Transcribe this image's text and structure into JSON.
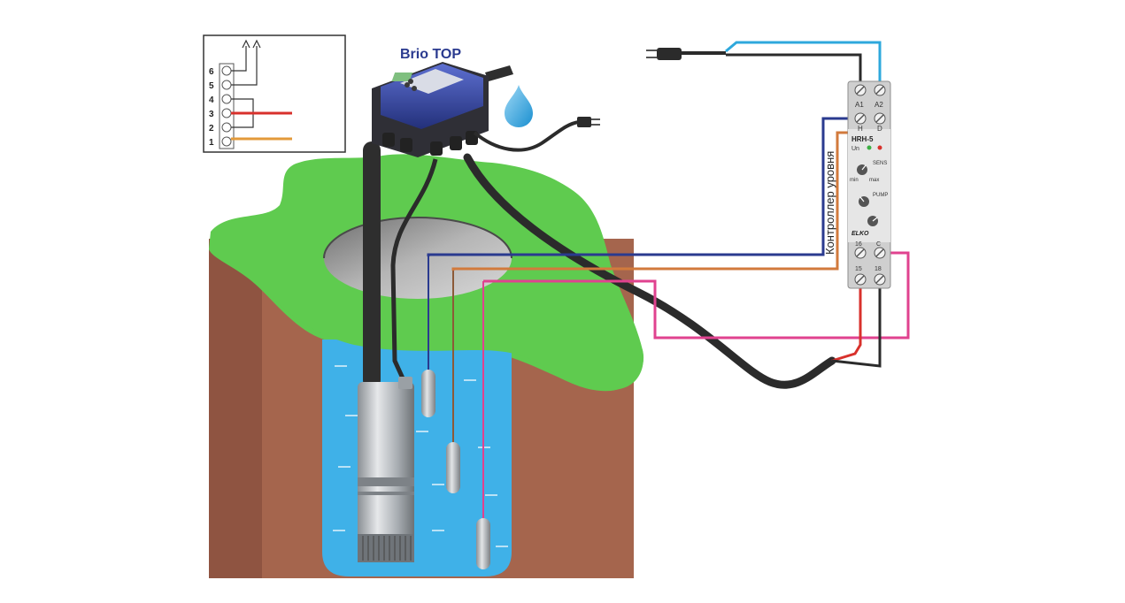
{
  "diagram": {
    "controller_brand": "Brio TOP",
    "relay_side_label": "Контроллер уровня",
    "relay_model": "HRH-5",
    "relay_led_on": "Un",
    "relay_knob1_label": "SENS",
    "relay_knob1_min": "min",
    "relay_knob1_max": "max",
    "relay_knob2_label": "PUMP",
    "relay_brand": "ELKO",
    "relay_top_terminals": [
      "A1",
      "A2"
    ],
    "relay_upper_probe_terminals": [
      "H",
      "D"
    ],
    "relay_mid_terminals": [
      "16",
      "C"
    ],
    "relay_bottom_terminals": [
      "15",
      "18"
    ],
    "inset_terminal_numbers": [
      "6",
      "5",
      "4",
      "3",
      "2",
      "1"
    ]
  },
  "colors": {
    "grass": "#5fcb4f",
    "soil": "#a5654d",
    "water": "#3fb1e8",
    "wire_blue": "#2a3a8f",
    "wire_orange": "#d27a3c",
    "wire_pink": "#e0428f",
    "wire_red": "#d8312c",
    "wire_cyan": "#2ea8dc",
    "cable": "#2b2b2b"
  }
}
